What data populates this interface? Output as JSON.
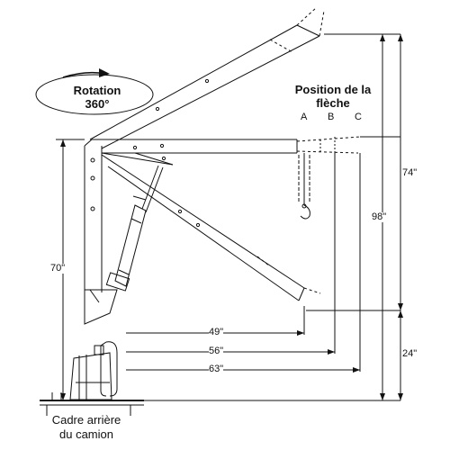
{
  "labels": {
    "rotation_line1": "Rotation",
    "rotation_line2": "360°",
    "position_title_line1": "Position de la",
    "position_title_line2": "flèche",
    "pos_a": "A",
    "pos_b": "B",
    "pos_c": "C",
    "dim_74": "74\"",
    "dim_98": "98\"",
    "dim_24": "24\"",
    "dim_70": "70\"",
    "dim_49": "49\"",
    "dim_56": "56\"",
    "dim_63": "63\"",
    "truck_frame_line1": "Cadre arrière",
    "truck_frame_line2": "du camion"
  },
  "colors": {
    "ink": "#111111",
    "paper": "#ffffff"
  }
}
